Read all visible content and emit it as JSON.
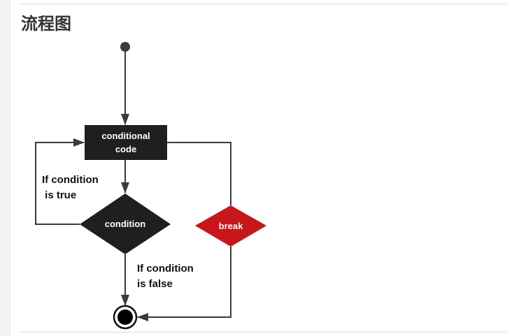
{
  "page": {
    "title": "流程图"
  },
  "flowchart": {
    "nodes": {
      "code": "conditional\ncode",
      "condition": "condition",
      "break": "break"
    },
    "edge_labels": {
      "true": "If condition\n is true",
      "false": "If condition\nis false"
    },
    "colors": {
      "block": "#1f1f1f",
      "break": "#c8161a",
      "line": "#3a3a3a",
      "block_text": "#ffffff",
      "label_text": "#111111"
    }
  }
}
